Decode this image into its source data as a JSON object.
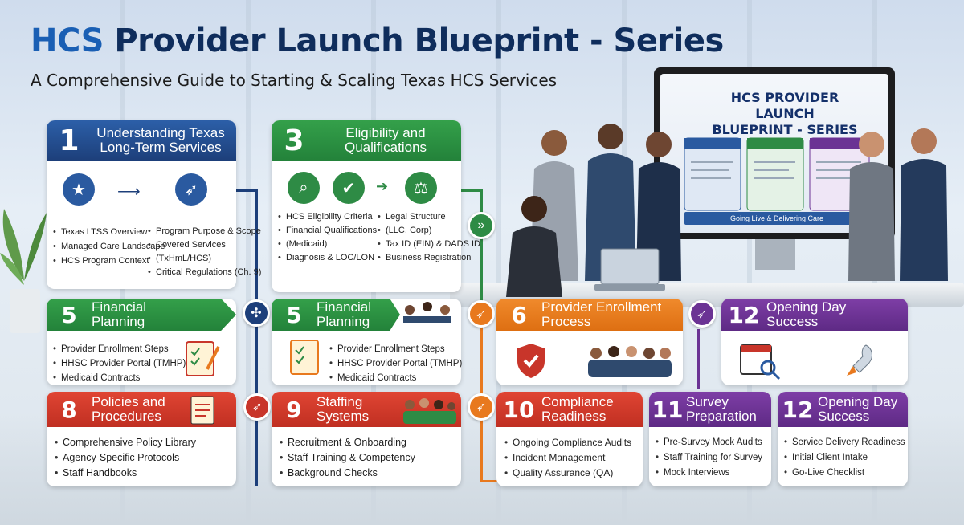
{
  "header": {
    "title_prefix": "HCS",
    "title_rest": " Provider Launch Blueprint - Series",
    "subtitle": "A Comprehensive Guide to Starting & Scaling Texas HCS Services"
  },
  "monitor": {
    "title_line1": "HCS PROVIDER LAUNCH",
    "title_line2": "BLUEPRINT - SERIES",
    "banner": "Going Live & Delivering Care"
  },
  "cards": {
    "c1": {
      "num": "1",
      "title_line1": "Understanding Texas",
      "title_line2": "Long-Term Services",
      "left_items": [
        "Texas LTSS Overview",
        "Managed Care Landscape",
        "HCS Program Context"
      ],
      "right_items": [
        "Program Purpose & Scope",
        "Covered Services",
        "(TxHmL/HCS)",
        "Critical Regulations (Ch. 9)"
      ]
    },
    "c3": {
      "num": "3",
      "title_line1": "Eligibility and",
      "title_line2": "Qualifications",
      "left_items": [
        "HCS Eligibility Criteria",
        "Financial Qualifications",
        "(Medicaid)",
        "Diagnosis & LOC/LON"
      ],
      "right_items": [
        "Legal Structure",
        "(LLC, Corp)",
        "Tax ID (EIN) & DADS ID",
        "Business Registration"
      ]
    },
    "c5a": {
      "num": "5",
      "title_line1": "Financial",
      "title_line2": "Planning",
      "items": [
        "Provider Enrollment Steps",
        "HHSC Provider Portal (TMHP)",
        "Medicaid Contracts"
      ]
    },
    "c5b": {
      "num": "5",
      "title_line1": "Financial",
      "title_line2": "Planning",
      "items": [
        "Provider Enrollment Steps",
        "HHSC Provider Portal (TMHP)",
        "Medicaid Contracts"
      ]
    },
    "c6": {
      "num": "6",
      "title_line1": "Provider Enrollment",
      "title_line2": "Process"
    },
    "c12a": {
      "num": "12",
      "title_line1": "Opening Day",
      "title_line2": "Success"
    },
    "c8": {
      "num": "8",
      "title_line1": "Policies and",
      "title_line2": "Procedures",
      "items": [
        "Comprehensive Policy Library",
        "Agency-Specific Protocols",
        "Staff Handbooks"
      ]
    },
    "c9": {
      "num": "9",
      "title_line1": "Staffing",
      "title_line2": "Systems",
      "items": [
        "Recruitment & Onboarding",
        "Staff Training & Competency",
        "Background Checks"
      ]
    },
    "c10": {
      "num": "10",
      "title_line1": "Compliance",
      "title_line2": "Readiness",
      "items": [
        "Ongoing Compliance Audits",
        "Incident Management",
        "Quality Assurance (QA)"
      ]
    },
    "c11": {
      "num": "11",
      "title_line1": "Survey",
      "title_line2": "Preparation",
      "items": [
        "Pre-Survey Mock Audits",
        "Staff Training for Survey",
        "Mock Interviews"
      ]
    },
    "c12b": {
      "num": "12",
      "title_line1": "Opening Day",
      "title_line2": "Success",
      "items": [
        "Service Delivery Readiness",
        "Initial Client Intake",
        "Go-Live Checklist"
      ]
    }
  },
  "colors": {
    "blue": "#1d3f7a",
    "green": "#2e8b45",
    "orange": "#e8791e",
    "red": "#c8352a",
    "purple": "#6b3394"
  }
}
